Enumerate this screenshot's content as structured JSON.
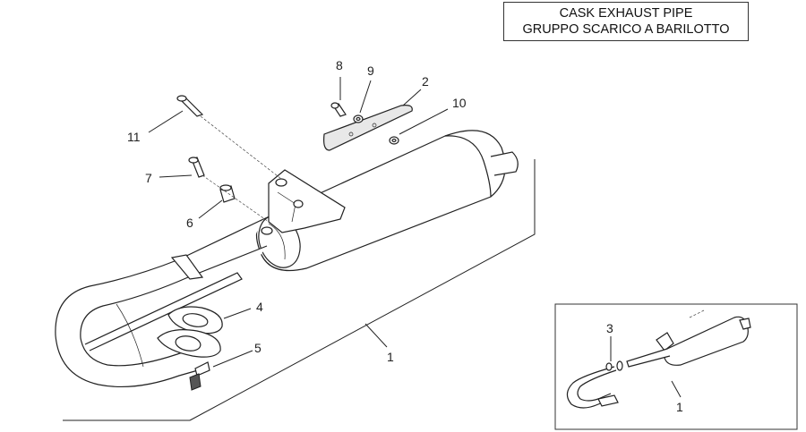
{
  "title": {
    "line1": "CASK EXHAUST PIPE",
    "line2": "GRUPPO SCARICO A BARILOTTO"
  },
  "callouts": {
    "c1_main": "1",
    "c2": "2",
    "c3_inset": "3",
    "c4": "4",
    "c5": "5",
    "c6": "6",
    "c7": "7",
    "c8": "8",
    "c9": "9",
    "c10": "10",
    "c11": "11",
    "c1_inset": "1"
  }
}
